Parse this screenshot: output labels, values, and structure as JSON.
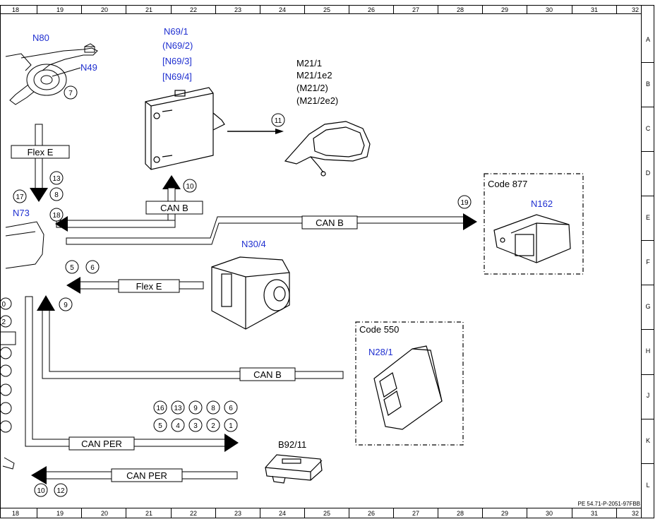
{
  "frame": {
    "columns": [
      "18",
      "19",
      "20",
      "21",
      "22",
      "23",
      "24",
      "25",
      "26",
      "27",
      "28",
      "29",
      "30",
      "31",
      "32"
    ],
    "rows": [
      "A",
      "B",
      "C",
      "D",
      "E",
      "F",
      "G",
      "H",
      "J",
      "K",
      "L"
    ],
    "doc_ref": "PE 54.71-P-2051-97FBB"
  },
  "components": {
    "n80": "N80",
    "n49": "N49",
    "n73": "N73",
    "n69_1": "N69/1",
    "n69_2": "(N69/2)",
    "n69_3": "[N69/3]",
    "n69_4": "[N69/4]",
    "m21_1": "M21/1",
    "m21_1e2": "M21/1e2",
    "m21_2": "(M21/2)",
    "m21_2e2": "(M21/2e2)",
    "n30_4": "N30/4",
    "n162": "N162",
    "n28_1": "N28/1",
    "b92_11": "B92/11"
  },
  "codes": {
    "code877": "Code 877",
    "code550": "Code 550"
  },
  "buses": {
    "flex_e": "Flex E",
    "can_b": "CAN B",
    "can_per": "CAN PER"
  },
  "markers": {
    "m7": "7",
    "m10": "10",
    "m11": "11",
    "m13": "13",
    "m8": "8",
    "m17": "17",
    "m18": "18",
    "m19": "19",
    "m5": "5",
    "m6": "6",
    "m9": "9",
    "m16": "16",
    "m13b": "13",
    "m9b": "9",
    "m8b": "8",
    "m6b": "6",
    "m5b": "5",
    "m4": "4",
    "m3": "3",
    "m2": "2",
    "m1": "1",
    "m10b": "10",
    "m12": "12",
    "e0": "0",
    "e2": "2"
  }
}
